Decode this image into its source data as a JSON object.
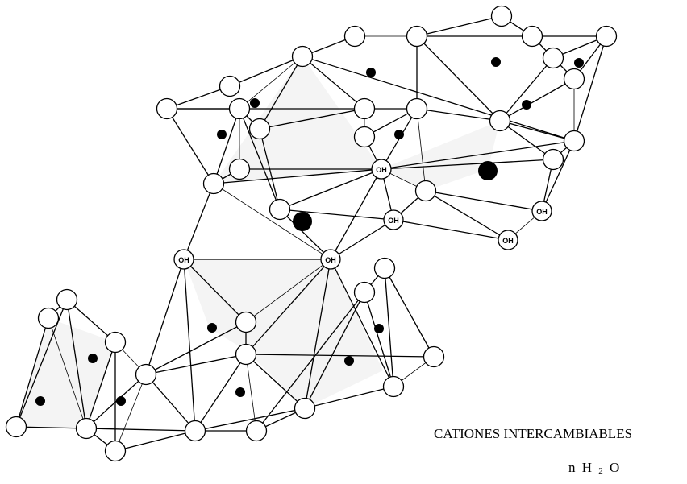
{
  "labels": {
    "oh": "OH",
    "cations": "CATIONES INTERCAMBIABLES",
    "water_prefix": "n H",
    "water_sub": "2",
    "water_suffix": "O"
  }
}
